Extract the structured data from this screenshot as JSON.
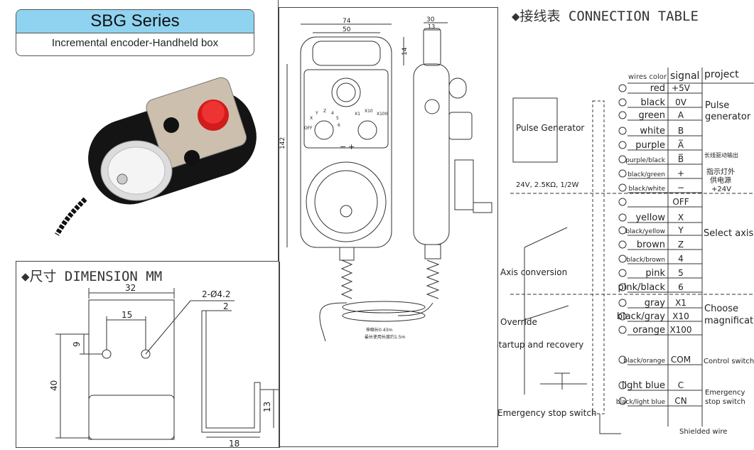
{
  "header": {
    "series_title": "SBG Series",
    "series_subtitle": "Incremental encoder-Handheld box"
  },
  "dimension": {
    "title": "◆尺寸  DIMENSION  MM",
    "width_32": "32",
    "width_15": "15",
    "hole_spec": "2-Ø4.2",
    "thickness_2": "2",
    "offset_9": "9",
    "height_40": "40",
    "height_13": "13",
    "width_18": "18"
  },
  "drawing": {
    "dim_74": "74",
    "dim_50": "50",
    "dim_14": "14",
    "dim_142": "142",
    "dim_30": "30",
    "dim_13": "13",
    "switch_labels": [
      "OFF",
      "X",
      "Y",
      "Z",
      "4",
      "5",
      "6"
    ],
    "mag_labels": [
      "X1",
      "X10",
      "X100"
    ],
    "minus": "−",
    "plus": "+",
    "note1": "伸缩长0.43m",
    "note2": "最长使用长度约1.5m"
  },
  "connection": {
    "title": "◆接线表  CONNECTION  TABLE",
    "header_wires": "wires color",
    "header_signal": "signal",
    "header_project": "project",
    "pulse_generator_box": "Pulse Generator",
    "resistor_note": "24V, 2.5KΩ, 1/2W",
    "rows": [
      {
        "wire": "red",
        "signal": "+5V"
      },
      {
        "wire": "black",
        "signal": "0V"
      },
      {
        "wire": "green",
        "signal": "A"
      },
      {
        "wire": "white",
        "signal": "B"
      },
      {
        "wire": "purple",
        "signal": "A̅"
      },
      {
        "wire": "purple/black",
        "signal": "B̅"
      },
      {
        "wire": "black/green",
        "signal": "+"
      },
      {
        "wire": "black/white",
        "signal": "−"
      },
      {
        "wire": "",
        "signal": "OFF"
      },
      {
        "wire": "yellow",
        "signal": "X"
      },
      {
        "wire": "black/yellow",
        "signal": "Y"
      },
      {
        "wire": "brown",
        "signal": "Z"
      },
      {
        "wire": "black/brown",
        "signal": "4"
      },
      {
        "wire": "pink",
        "signal": "5"
      },
      {
        "wire": "pink/black",
        "signal": "6"
      },
      {
        "wire": "gray",
        "signal": "X1"
      },
      {
        "wire": "black/gray",
        "signal": "X10"
      },
      {
        "wire": "orange",
        "signal": "X100"
      },
      {
        "wire": "black/orange",
        "signal": "COM"
      },
      {
        "wire": "light blue",
        "signal": "C"
      },
      {
        "wire": "black/light blue",
        "signal": "CN"
      }
    ],
    "projects": {
      "pulse": "Pulse",
      "generator": "generator",
      "line_drive": "长线驱动输出",
      "indicator1": "指示灯外",
      "indicator2": "供电源",
      "indicator3": "+24V",
      "select_axis": "Select axis",
      "choose": "Choose",
      "magnification": "magnification",
      "control_switch": "Control switch",
      "emergency": "Emergency",
      "stop_switch": "stop switch",
      "shielded": "Shielded wire"
    },
    "labels": {
      "axis_conversion": "Axis conversion",
      "override": "Override",
      "startup": "Startup and recovery",
      "emergency_switch": "Emergency stop switch"
    }
  }
}
